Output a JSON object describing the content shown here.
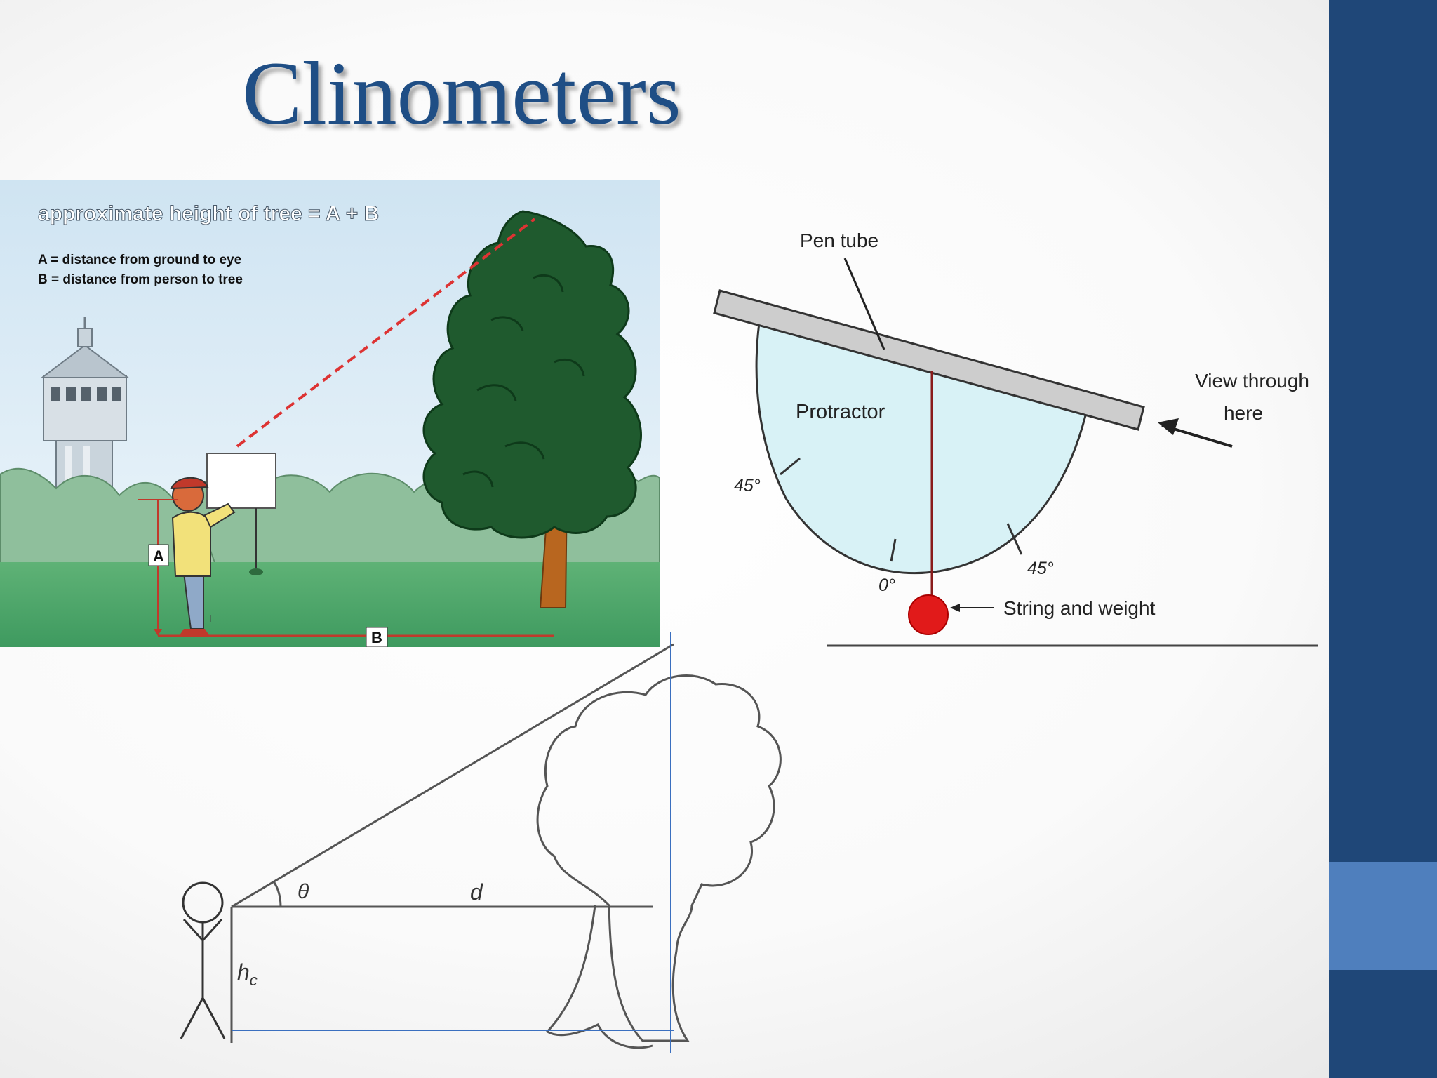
{
  "slide": {
    "title": "Clinometers",
    "colors": {
      "title": "#1f4e85",
      "side_bar": "#1f4778",
      "side_accent": "#4f7fbd"
    }
  },
  "tree_height_illustration": {
    "banner": "approximate height of tree = A + B",
    "legend_a": "A = distance from ground to eye",
    "legend_b": "B = distance from person to tree",
    "label_a": "A",
    "label_b": "B"
  },
  "protractor_diagram": {
    "pen_tube_label": "Pen tube",
    "view_label_line1": "View through",
    "view_label_line2": "here",
    "protractor_label": "Protractor",
    "tick_left": "45°",
    "tick_bottom": "0°",
    "tick_right": "45°",
    "weight_label": "String and weight",
    "weight_color": "#e11a1a"
  },
  "trig_diagram": {
    "angle_label": "θ",
    "distance_label": "d",
    "height_label": "h",
    "height_subscript": "c"
  }
}
